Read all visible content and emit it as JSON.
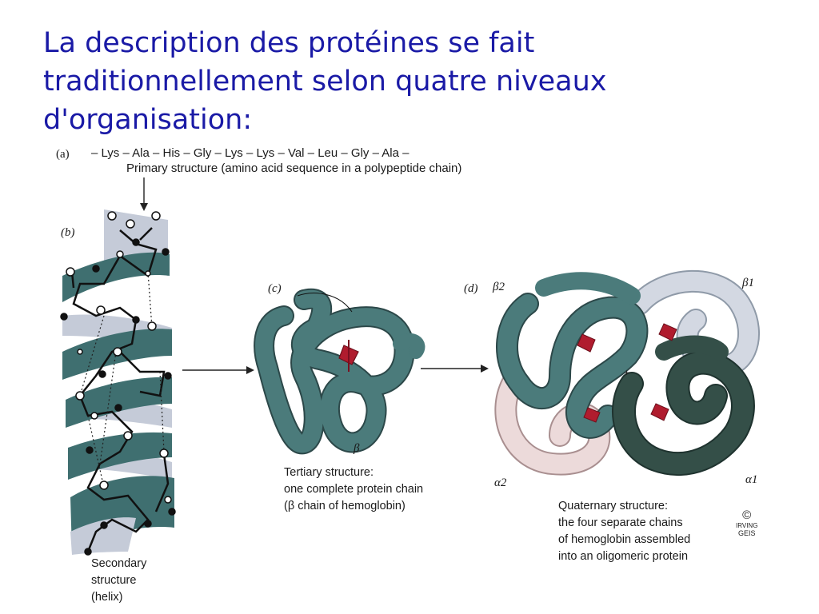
{
  "title": {
    "line1": "La description des protéines se fait",
    "line2": "traditionnellement selon quatre niveaux",
    "line3": "d'organisation:"
  },
  "panel_a": {
    "tag": "(a)",
    "sequence": "– Lys – Ala – His – Gly – Lys – Lys – Val – Leu – Gly – Ala –",
    "caption": "Primary structure (amino acid sequence in a polypeptide chain)"
  },
  "panel_b": {
    "tag": "(b)",
    "caption": [
      "Secondary",
      "structure",
      "(helix)"
    ]
  },
  "panel_c": {
    "tag": "(c)",
    "chain_label": "β",
    "caption": [
      "Tertiary structure:",
      "one complete protein chain",
      "(β chain of hemoglobin)"
    ]
  },
  "panel_d": {
    "tag": "(d)",
    "chain_labels": {
      "beta2": "β2",
      "beta1": "β1",
      "alpha2": "α2",
      "alpha1": "α1"
    },
    "caption": [
      "Quaternary structure:",
      "the four separate chains",
      "of hemoglobin assembled",
      "into an oligomeric protein"
    ]
  },
  "credit": {
    "copyright": "©",
    "artist_line1": "IRVING",
    "artist_line2": "GEIS"
  },
  "colors": {
    "title": "#1a1aa6",
    "teal": "#3f6f70",
    "light_ribbon": "#c5cbd8",
    "dark_chain": "#2f4a44",
    "heme": "#b01c2e",
    "pink_chain": "#e7d2d2"
  }
}
